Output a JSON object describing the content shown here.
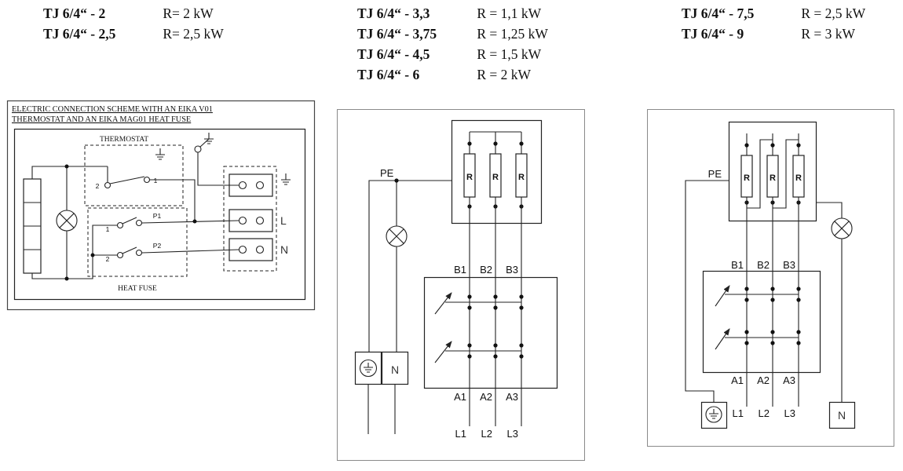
{
  "page": {
    "background": "#ffffff",
    "ink_color": "#222222",
    "frame_color": "#8a8a8a"
  },
  "models": {
    "group1": [
      {
        "name": "TJ 6/4“ - 2",
        "power": "R= 2 kW"
      },
      {
        "name": "TJ 6/4“ - 2,5",
        "power": "R= 2,5 kW"
      }
    ],
    "group2": [
      {
        "name": "TJ 6/4“ - 3,3",
        "power": "R = 1,1 kW"
      },
      {
        "name": "TJ 6/4“ - 3,75",
        "power": "R = 1,25 kW"
      },
      {
        "name": "TJ 6/4“ - 4,5",
        "power": "R = 1,5 kW"
      },
      {
        "name": "TJ 6/4“ - 6",
        "power": "R = 2 kW"
      }
    ],
    "group3": [
      {
        "name": "TJ 6/4“ - 7,5",
        "power": "R = 2,5 kW"
      },
      {
        "name": "TJ 6/4“ - 9",
        "power": "R = 3 kW"
      }
    ]
  },
  "scheme1": {
    "title1": "ELECTRIC CONNECTION SCHEME WITH AN EIKA V01",
    "title2": "THERMOSTAT AND AN EIKA MAG01 HEAT FUSE",
    "thermostat_label": "THERMOSTAT",
    "heat_fuse_label": "HEAT FUSE",
    "num1": "1",
    "num2": "2",
    "p1": "P1",
    "p2": "P2",
    "l": "L",
    "n": "N"
  },
  "scheme2": {
    "pe": "PE",
    "r": "R",
    "b": [
      "B1",
      "B2",
      "B3"
    ],
    "a": [
      "A1",
      "A2",
      "A3"
    ],
    "l": [
      "L1",
      "L2",
      "L3"
    ],
    "n": "N"
  },
  "scheme3": {
    "pe": "PE",
    "r": "R",
    "b": [
      "B1",
      "B2",
      "B3"
    ],
    "a": [
      "A1",
      "A2",
      "A3"
    ],
    "l": [
      "L1",
      "L2",
      "L3"
    ],
    "n": "N"
  }
}
